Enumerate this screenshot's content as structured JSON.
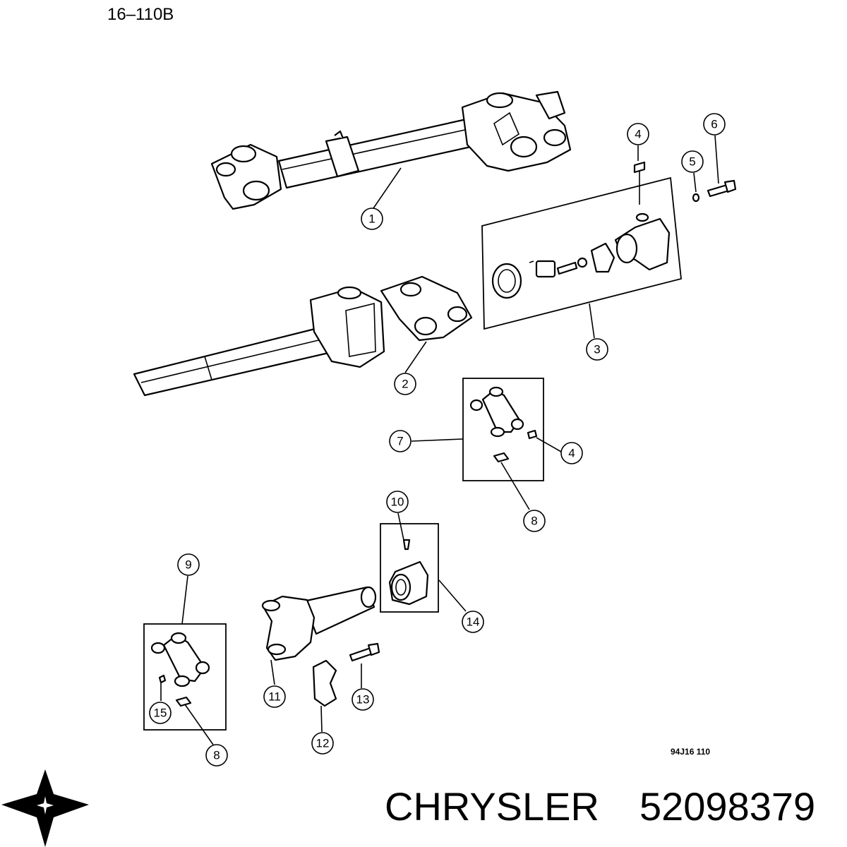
{
  "header": {
    "ref_code": "16–110B"
  },
  "figure": {
    "code": "94J16 110"
  },
  "brand": {
    "name": "CHRYSLER",
    "part_number": "52098379"
  },
  "icons": {
    "logo": "chrysler-pentastar-icon"
  },
  "callouts": [
    {
      "id": "c1",
      "num": "1"
    },
    {
      "id": "c2",
      "num": "2"
    },
    {
      "id": "c3",
      "num": "3"
    },
    {
      "id": "c4a",
      "num": "4"
    },
    {
      "id": "c5",
      "num": "5"
    },
    {
      "id": "c6",
      "num": "6"
    },
    {
      "id": "c7",
      "num": "7"
    },
    {
      "id": "c4b",
      "num": "4"
    },
    {
      "id": "c8a",
      "num": "8"
    },
    {
      "id": "c10",
      "num": "10"
    },
    {
      "id": "c9",
      "num": "9"
    },
    {
      "id": "c14",
      "num": "14"
    },
    {
      "id": "c11",
      "num": "11"
    },
    {
      "id": "c13",
      "num": "13"
    },
    {
      "id": "c15",
      "num": "15"
    },
    {
      "id": "c12",
      "num": "12"
    },
    {
      "id": "c8b",
      "num": "8"
    }
  ]
}
